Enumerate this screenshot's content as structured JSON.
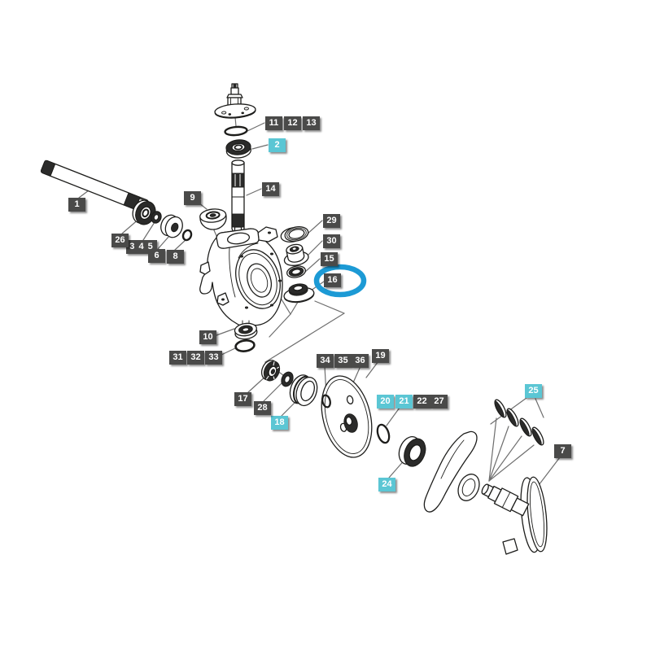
{
  "page": {
    "background": "#ffffff",
    "type": "exploded-parts-diagram"
  },
  "diagram": {
    "description": "Exploded view technical line drawing of a front axle knuckle / final drive assembly with numbered part callouts",
    "stroke_color": "#1d1d1b",
    "leader_line_color": "#6e6e6e"
  },
  "highlight": {
    "part": "16",
    "shape": "ellipse",
    "color": "#1c9ad5"
  },
  "colors": {
    "label_dark": "#4a4a49",
    "label_cyan": "#5bc6d4",
    "label_text": "#ffffff"
  },
  "labels": [
    {
      "text": "1",
      "variant": "dark"
    },
    {
      "text": "2",
      "variant": "cyan"
    },
    {
      "text": "3 4 5",
      "variant": "dark"
    },
    {
      "text": "6",
      "variant": "dark"
    },
    {
      "text": "7",
      "variant": "dark"
    },
    {
      "text": "8",
      "variant": "dark"
    },
    {
      "text": "9",
      "variant": "dark"
    },
    {
      "text": "10",
      "variant": "dark"
    },
    {
      "text": "11",
      "variant": "dark"
    },
    {
      "text": "12",
      "variant": "dark"
    },
    {
      "text": "13",
      "variant": "dark"
    },
    {
      "text": "14",
      "variant": "dark"
    },
    {
      "text": "15",
      "variant": "dark"
    },
    {
      "text": "16",
      "variant": "dark"
    },
    {
      "text": "17",
      "variant": "dark"
    },
    {
      "text": "18",
      "variant": "cyan"
    },
    {
      "text": "19",
      "variant": "dark"
    },
    {
      "text": "20",
      "variant": "cyan"
    },
    {
      "text": "21",
      "variant": "cyan"
    },
    {
      "text": "22",
      "variant": "dark"
    },
    {
      "text": "24",
      "variant": "cyan"
    },
    {
      "text": "25",
      "variant": "cyan"
    },
    {
      "text": "26",
      "variant": "dark"
    },
    {
      "text": "27",
      "variant": "dark"
    },
    {
      "text": "28",
      "variant": "dark"
    },
    {
      "text": "29",
      "variant": "dark"
    },
    {
      "text": "30",
      "variant": "dark"
    },
    {
      "text": "31",
      "variant": "dark"
    },
    {
      "text": "32",
      "variant": "dark"
    },
    {
      "text": "33",
      "variant": "dark"
    },
    {
      "text": "34",
      "variant": "dark"
    },
    {
      "text": "35",
      "variant": "dark"
    },
    {
      "text": "36",
      "variant": "dark"
    }
  ]
}
